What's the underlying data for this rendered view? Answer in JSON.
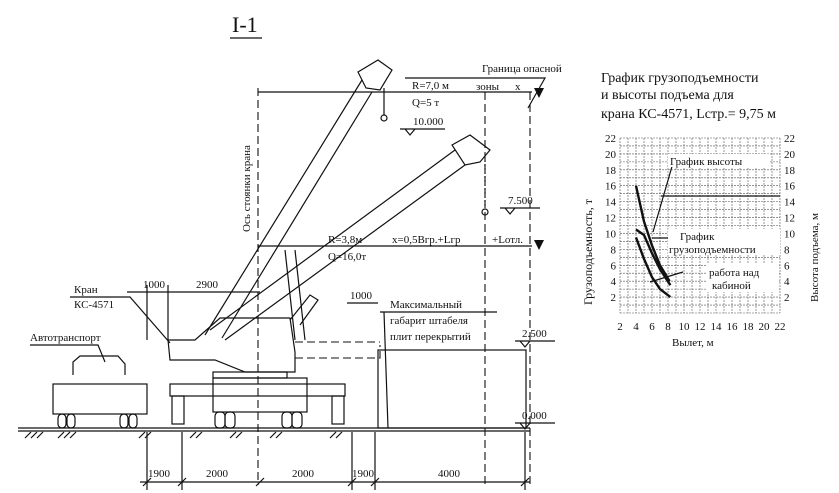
{
  "drawing": {
    "section_title": "I-1",
    "crane_axis_label": "Ось стоянки крана",
    "crane_label_line1": "Кран",
    "crane_label_line2": "КС-4571",
    "vehicle_label": "Автотранспорт",
    "danger_zone_line1": "Граница опасной",
    "danger_zone_line2": "зоны",
    "x_mark": "x",
    "upper_radius": "R=7,0 м",
    "upper_load": "Q=5 т",
    "lower_radius": "R=3,8м",
    "lower_load": "Q=16,0т",
    "formula": "x=0,5Bгр.+Lгр",
    "formula_tail": "+Lотл.",
    "stack_label_line1": "Максимальный",
    "stack_label_line2": "габарит штабеля",
    "stack_label_line3": "плит перекрытий",
    "levels": [
      "10.000",
      "7.500",
      "2.500",
      "0.000"
    ],
    "top_dims": [
      "1000",
      "2900",
      "1000"
    ],
    "bottom_dims": [
      "1900",
      "2000",
      "2000",
      "1900",
      "4000"
    ]
  },
  "chart_data": {
    "type": "line",
    "title_line1": "График грузоподъемности",
    "title_line2": "и высоты подъема для",
    "title_line3": "крана КС-4571, Lстр.= 9,75 м",
    "xlabel": "Вылет, м",
    "ylabel": "Грузоподъемность, т",
    "y2label": "Высота подъема, м",
    "xlim": [
      2,
      22
    ],
    "ylim": [
      0,
      22
    ],
    "x_ticks": [
      "2",
      "4",
      "6",
      "8",
      "10",
      "12",
      "14",
      "16",
      "18",
      "20",
      "22"
    ],
    "y_ticks": [
      "2",
      "4",
      "6",
      "8",
      "10",
      "12",
      "14",
      "16",
      "18",
      "20",
      "22"
    ],
    "grid": true,
    "annotations": [
      "График высоты",
      "График",
      "грузоподъемности",
      "работа над",
      "кабиной"
    ],
    "series": [
      {
        "name": "График высоты",
        "x": [
          4,
          5,
          6,
          7,
          8.2
        ],
        "y": [
          16,
          11.5,
          8.5,
          6,
          4
        ]
      },
      {
        "name": "График грузоподъемности",
        "x": [
          4,
          5,
          6,
          7,
          8.3
        ],
        "y": [
          10.5,
          9.8,
          7.5,
          5.5,
          3.5
        ]
      },
      {
        "name": "работа над кабиной",
        "x": [
          4,
          5,
          6,
          7,
          8.3
        ],
        "y": [
          9.5,
          6.8,
          4.5,
          3,
          2
        ]
      }
    ]
  }
}
